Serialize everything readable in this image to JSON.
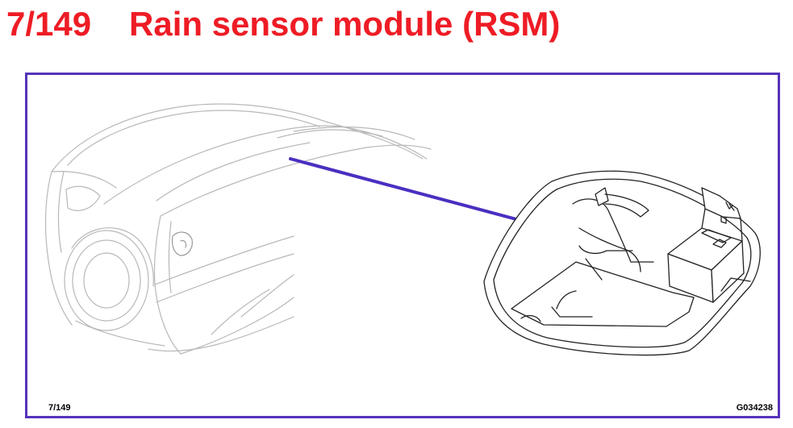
{
  "header": {
    "code": "7/149",
    "title": "Rain sensor module (RSM)",
    "color": "#ee1c25"
  },
  "figure": {
    "frame_color": "#5533bb",
    "leader_color": "#4a2fc0",
    "page_ref": "7/149",
    "figure_id": "G034238"
  }
}
